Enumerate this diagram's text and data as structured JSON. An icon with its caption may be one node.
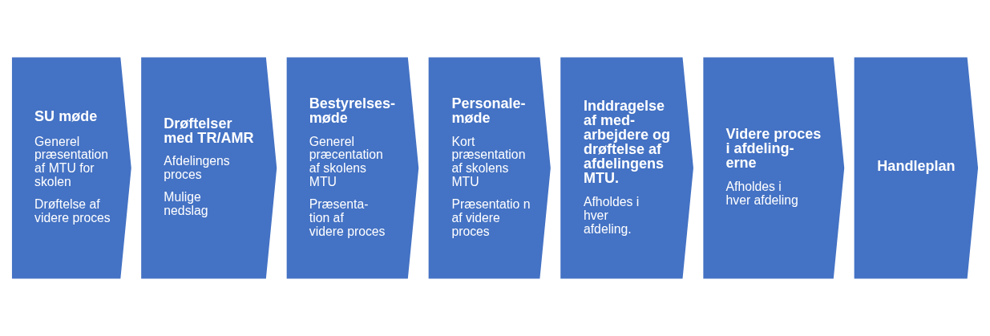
{
  "diagram": {
    "nodes": [
      {
        "text": [
          "SU møde",
          "Generel præsentation af MTU for skolen",
          "Drøftelse af videre proces"
        ]
      },
      {
        "text": [
          "Drøftelser med TR/AMR",
          "Afdelingens proces",
          "Mulige nedslag"
        ]
      },
      {
        "text": [
          "Bestyrelses- møde",
          "Generel præcentation af skolens MTU",
          "Præsenta- tion af videre proces"
        ]
      },
      {
        "text": [
          "Personale- møde",
          "Kort præsentation af skolens MTU",
          "Præsentatio n af videre proces"
        ]
      },
      {
        "text": [
          "Inddragelse af med- arbejdere og drøftelse af afdelingens MTU.",
          "Afholdes i hver afdeling."
        ]
      },
      {
        "text": [
          "Videre proces i afdeling- erne",
          "Afholdes i hver afdeling"
        ]
      },
      {
        "text": [
          "Handleplan"
        ]
      }
    ]
  }
}
